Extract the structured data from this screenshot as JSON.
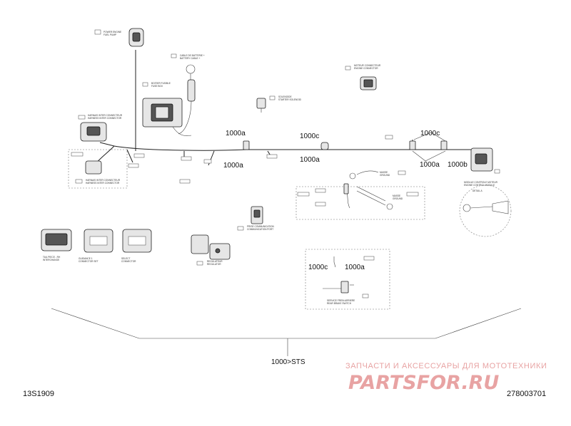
{
  "callouts": {
    "c1": "1000a",
    "c2": "1000a",
    "c3": "1000c",
    "c4": "1000a",
    "c5": "1000c",
    "c6": "1000a",
    "c7": "1000b",
    "c8": "1000c",
    "c9": "1000a"
  },
  "range_label": "1000>STS",
  "watermark": {
    "caption": "ЗАПЧАСТИ И АКСЕССУАРЫ ДЛЯ МОТОТЕХНИКИ",
    "logo": "PARTSFOR.RU"
  },
  "footer": {
    "left_code": "13S1909",
    "right_code": "278003701"
  }
}
